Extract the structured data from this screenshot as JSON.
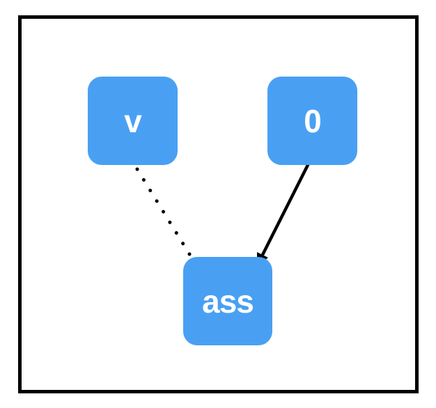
{
  "diagram": {
    "type": "node-graph",
    "background_color": "#ffffff",
    "frame_color": "#000000",
    "node_fill_color": "#49a0f3",
    "node_label_color": "#ffffff",
    "edge_color": "#000000",
    "nodes": [
      {
        "id": "v",
        "label": "v"
      },
      {
        "id": "zero",
        "label": "0"
      },
      {
        "id": "ass",
        "label": "ass"
      }
    ],
    "edges": [
      {
        "from": "v",
        "to": "ass",
        "style": "dotted",
        "arrowhead": false
      },
      {
        "from": "zero",
        "to": "ass",
        "style": "solid",
        "arrowhead": true
      }
    ]
  }
}
